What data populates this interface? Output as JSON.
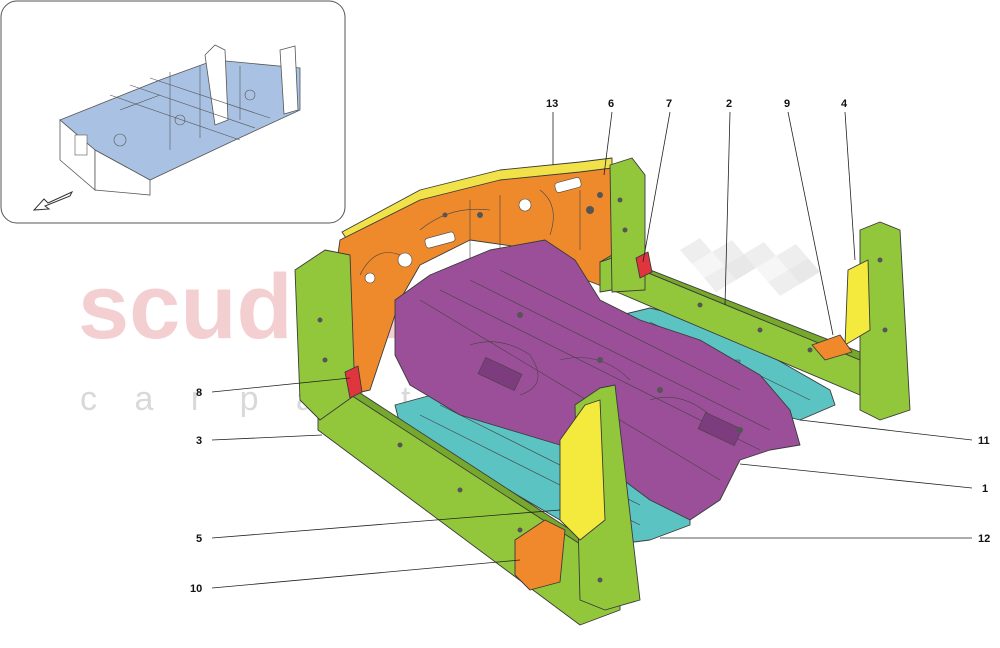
{
  "watermark": {
    "brand": "scuderia",
    "sub": "c a r   p a r t s",
    "brand_color": "#f3c7cb",
    "sub_color": "#d9d9d9"
  },
  "colors": {
    "floor_tunnel": "#9b4f99",
    "floor_tunnel_dark": "#7d3c7d",
    "bulkhead": "#ef8a2c",
    "sill_green": "#92c73c",
    "sill_green_dark": "#77a82e",
    "floor_pan": "#5cc3c3",
    "floor_pan_dark": "#43a5a5",
    "pillar_yellow": "#f3ea3d",
    "bracket_red": "#e0353d",
    "bracket_orange": "#f0892b",
    "top_strip": "#f1e24a",
    "inset_frame": "#a9c2e3",
    "inset_line": "#555555"
  },
  "callouts": [
    {
      "id": "1",
      "label": "1"
    },
    {
      "id": "2",
      "label": "2"
    },
    {
      "id": "3",
      "label": "3"
    },
    {
      "id": "4",
      "label": "4"
    },
    {
      "id": "5",
      "label": "5"
    },
    {
      "id": "6",
      "label": "6"
    },
    {
      "id": "7",
      "label": "7"
    },
    {
      "id": "8",
      "label": "8"
    },
    {
      "id": "9",
      "label": "9"
    },
    {
      "id": "10",
      "label": "10"
    },
    {
      "id": "11",
      "label": "11"
    },
    {
      "id": "12",
      "label": "12"
    },
    {
      "id": "13",
      "label": "13"
    }
  ],
  "inset": {
    "arrow_icon": "direction-arrow-icon"
  }
}
